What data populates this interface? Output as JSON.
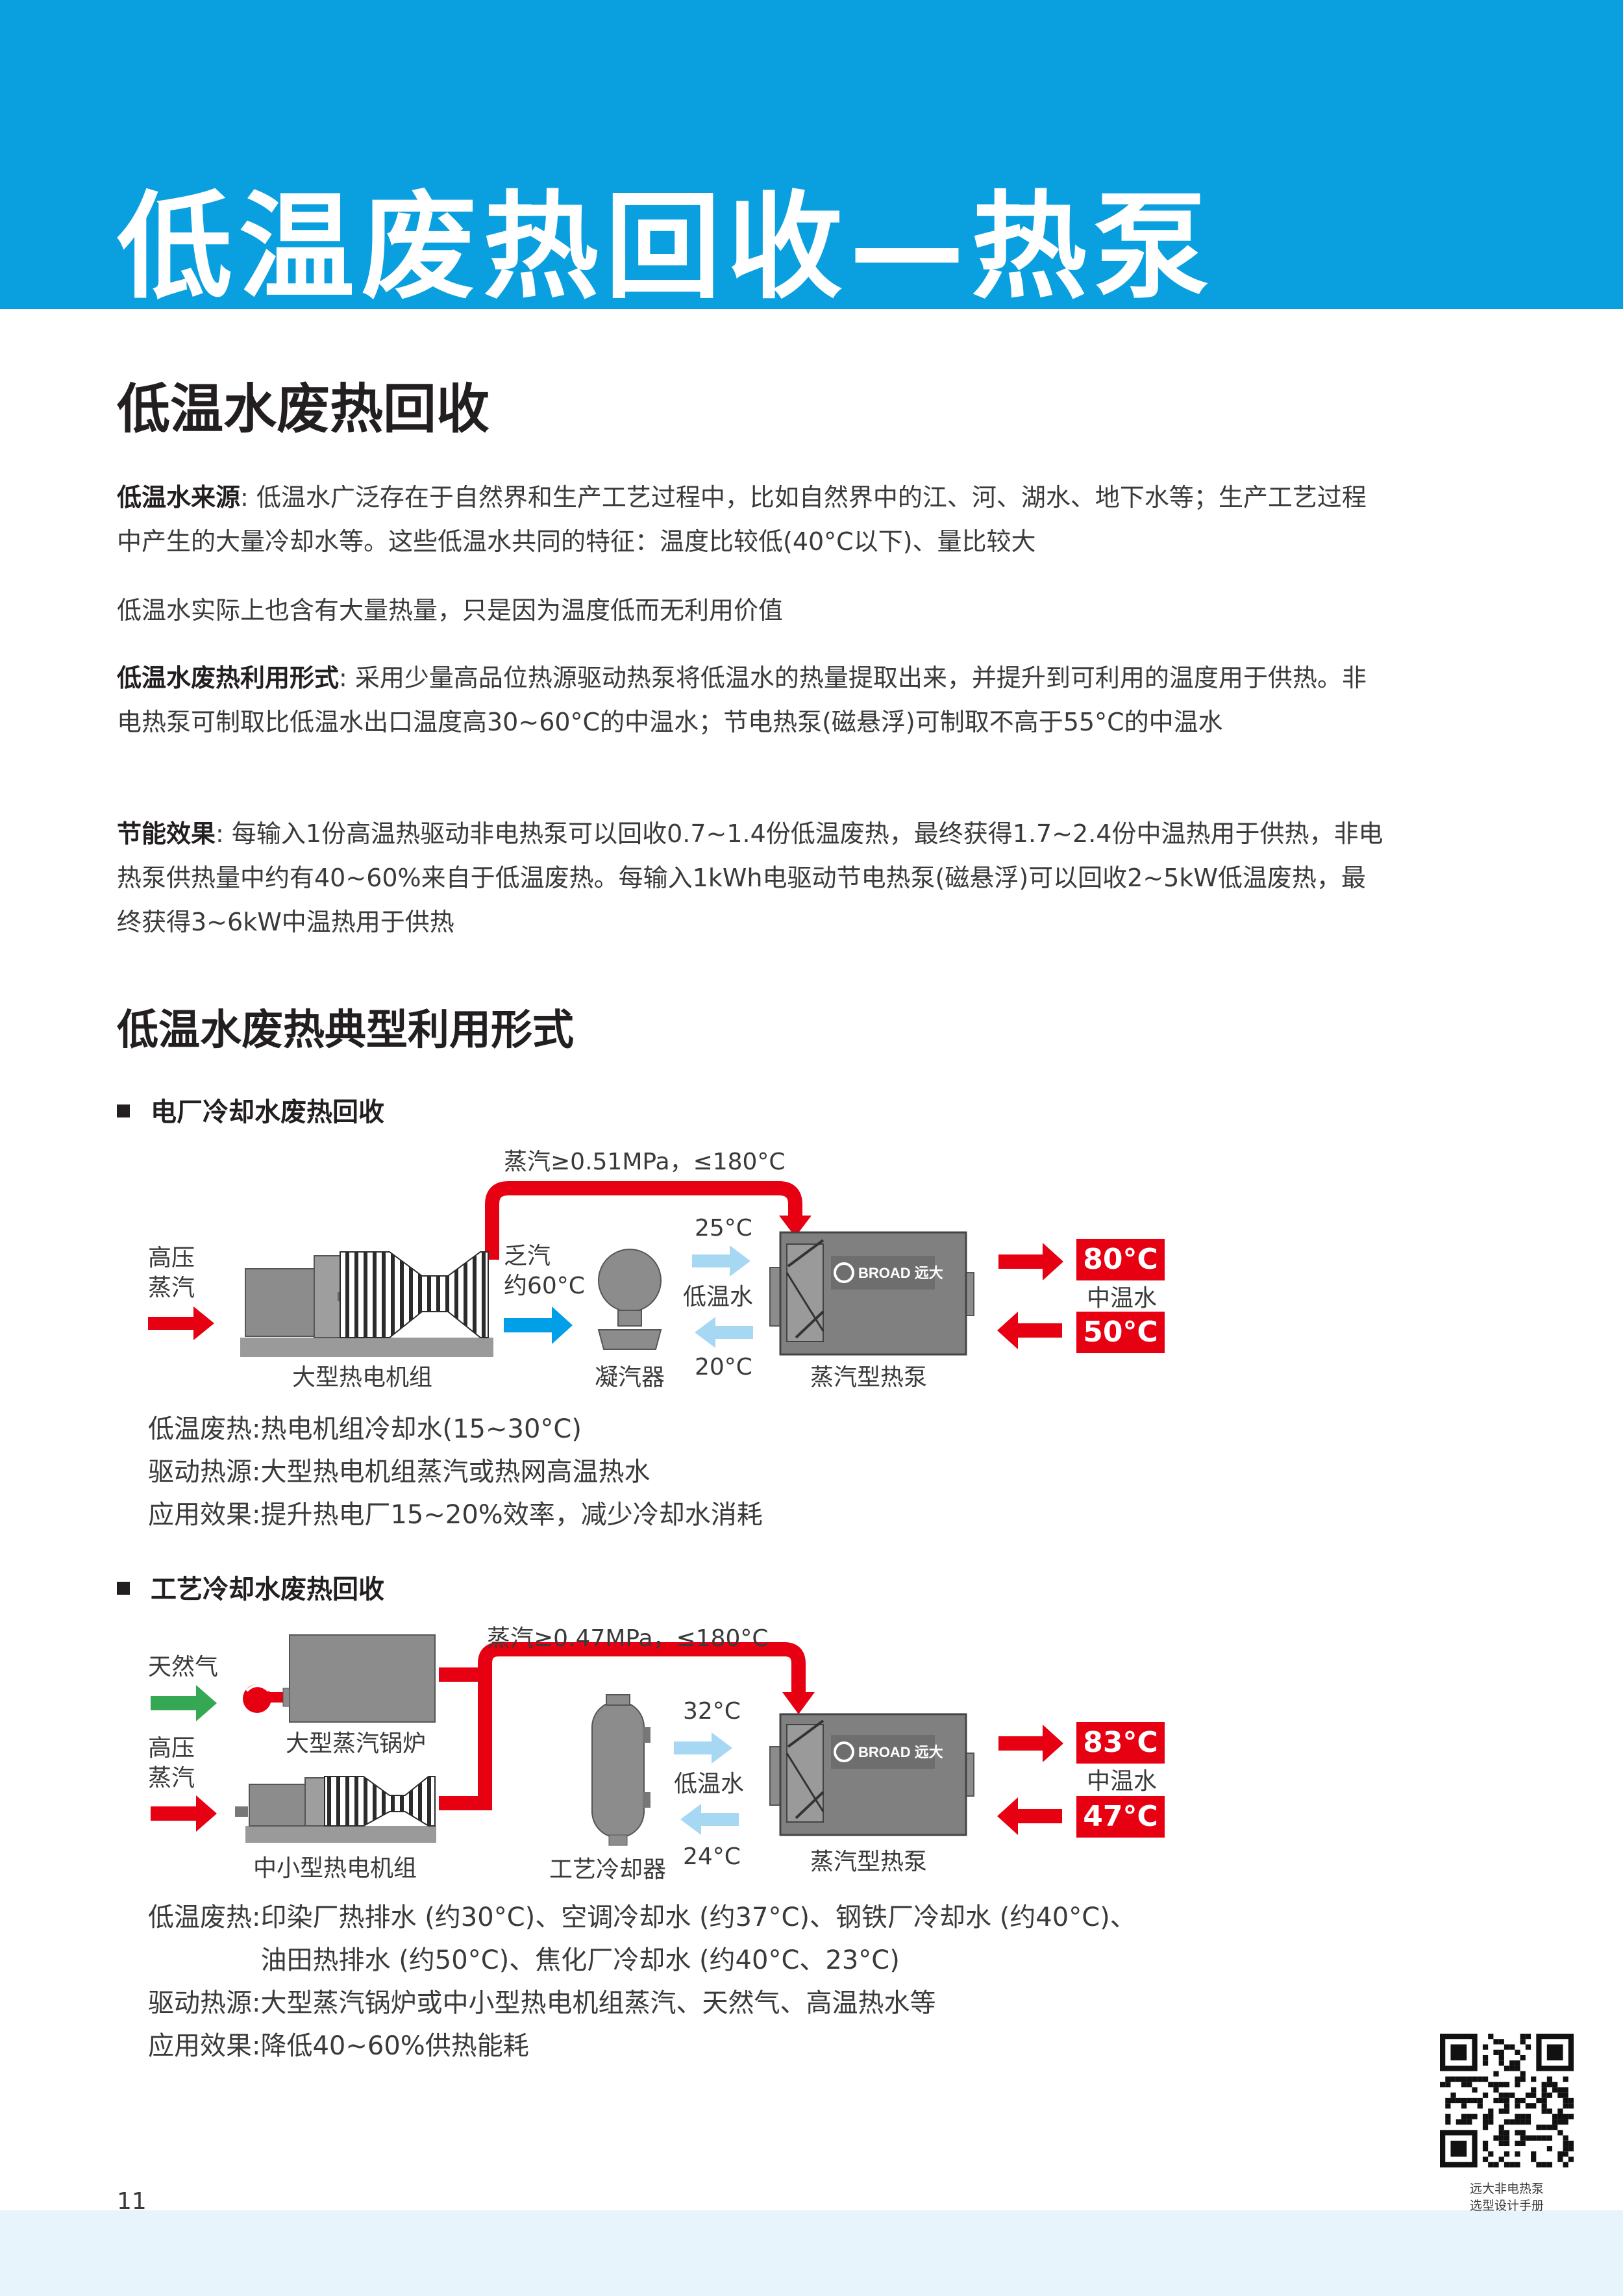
{
  "header": {
    "title": "低温废热回收—热泵"
  },
  "section1": {
    "title": "低温水废热回收",
    "p1": {
      "label": "低温水来源",
      "text": ": 低温水广泛存在于自然界和生产工艺过程中，比如自然界中的江、河、湖水、地下水等；生产工艺过程中产生的大量冷却水等。这些低温水共同的特征：温度比较低(40°C以下)、量比较大"
    },
    "p2": {
      "text": "低温水实际上也含有大量热量，只是因为温度低而无利用价值"
    },
    "p3": {
      "label": "低温水废热利用形式",
      "text": ": 采用少量高品位热源驱动热泵将低温水的热量提取出来，并提升到可利用的温度用于供热。非电热泵可制取比低温水出口温度高30~60°C的中温水；节电热泵(磁悬浮)可制取不高于55°C的中温水"
    },
    "p4": {
      "label": "节能效果",
      "text": ": 每输入1份高温热驱动非电热泵可以回收0.7~1.4份低温废热，最终获得1.7~2.4份中温热用于供热，非电热泵供热量中约有40~60%来自于低温废热。每输入1kWh电驱动节电热泵(磁悬浮)可以回收2~5kW低温废热，最终获得3~6kW中温热用于供热"
    }
  },
  "section2": {
    "title": "低温水废热典型利用形式"
  },
  "case1": {
    "title": "电厂冷却水废热回收",
    "steam_label": "蒸汽≥0.51MPa，≤180°C",
    "hp_steam": "高压\n蒸汽",
    "exhaust": "乏汽\n约60°C",
    "unit_label": "大型热电机组",
    "condenser_label": "凝汽器",
    "low_in": "25°C",
    "low_water": "低温水",
    "low_out": "20°C",
    "pump_label": "蒸汽型热泵",
    "brand": "BROAD 远大",
    "hot_out": "80°C",
    "mid_water": "中温水",
    "hot_in": "50°C",
    "rows": [
      {
        "k": "低温废热: ",
        "v": "热电机组冷却水(15~30°C)"
      },
      {
        "k": "驱动热源: ",
        "v": "大型热电机组蒸汽或热网高温热水"
      },
      {
        "k": "应用效果: ",
        "v": "提升热电厂15~20%效率，减少冷却水消耗"
      }
    ]
  },
  "case2": {
    "title": "工艺冷却水废热回收",
    "steam_label": "蒸汽≥0.47MPa，≤180°C",
    "gas": "天然气",
    "hp_steam": "高压\n蒸汽",
    "boiler_label": "大型蒸汽锅炉",
    "unit_label": "中小型热电机组",
    "cooler_label": "工艺冷却器",
    "low_in": "32°C",
    "low_water": "低温水",
    "low_out": "24°C",
    "pump_label": "蒸汽型热泵",
    "brand": "BROAD 远大",
    "hot_out": "83°C",
    "mid_water": "中温水",
    "hot_in": "47°C",
    "rows": [
      {
        "k": "低温废热: ",
        "v": "印染厂热排水 (约30°C)、空调冷却水 (约37°C)、钢铁厂冷却水 (约40°C)、\n油田热排水 (约50°C)、焦化厂冷却水 (约40°C、23°C)"
      },
      {
        "k": "驱动热源: ",
        "v": "大型蒸汽锅炉或中小型热电机组蒸汽、天然气、高温热水等"
      },
      {
        "k": "应用效果: ",
        "v": "降低40~60%供热能耗"
      }
    ]
  },
  "footer": {
    "page_number": "11",
    "qr_caption": "远大非电热泵\n选型设计手册"
  },
  "colors": {
    "header_blue": "#0aa0e0",
    "arrow_red": "#e60012",
    "arrow_blue": "#009fe8",
    "arrow_lightblue": "#a7d8f3",
    "arrow_green": "#35a853",
    "machine_gray": "#8c8c8c"
  }
}
